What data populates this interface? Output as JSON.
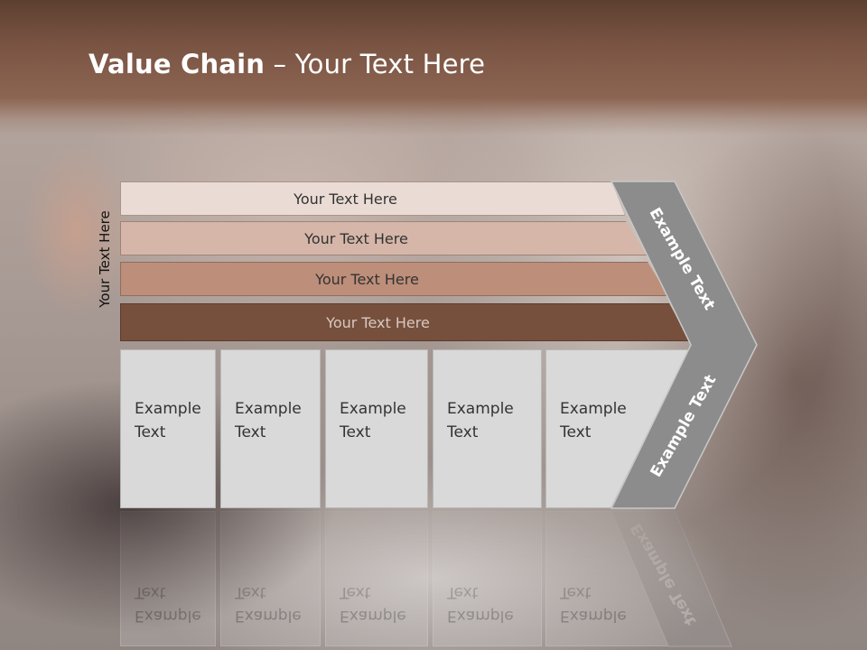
{
  "slide": {
    "title_bold": "Value Chain",
    "title_rest": " – Your Text Here",
    "vertical_label": "Your Text Here"
  },
  "rows": [
    {
      "label": "Your Text Here",
      "color": "#eadcd5"
    },
    {
      "label": "Your Text Here",
      "color": "#d5b6a8"
    },
    {
      "label": "Your Text Here",
      "color": "#bd8e79"
    },
    {
      "label": "Your Text Here",
      "color": "#76503d"
    }
  ],
  "boxes": [
    {
      "line1": "Example",
      "line2": "Text"
    },
    {
      "line1": "Example",
      "line2": "Text"
    },
    {
      "line1": "Example",
      "line2": "Text"
    },
    {
      "line1": "Example",
      "line2": "Text"
    },
    {
      "line1": "Example",
      "line2": "Text"
    }
  ],
  "chevron": {
    "top_label": "Example Text",
    "bottom_label": "Example Text",
    "color": "#8c8c8c"
  },
  "colors": {
    "title_bar": "#7b5544",
    "box_fill": "#d9d9d9"
  }
}
